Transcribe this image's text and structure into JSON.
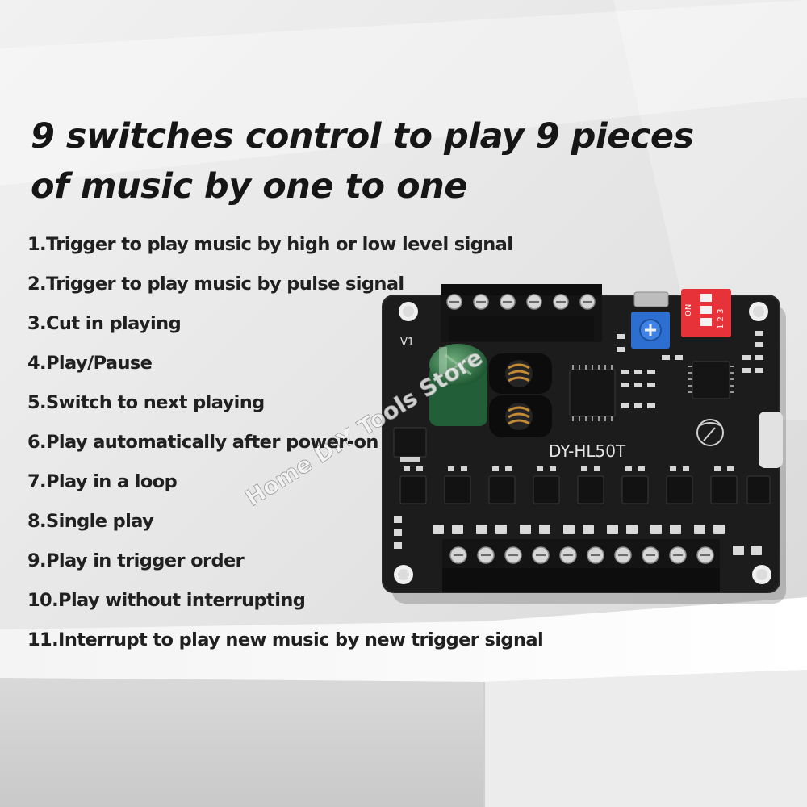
{
  "headline": {
    "line1": "9 switches control to play 9 pieces",
    "line2": "of music by one to one"
  },
  "features": [
    "1.Trigger to play music by high or low level signal",
    "2.Trigger to play music by pulse signal",
    "3.Cut in playing",
    "4.Play/Pause",
    "5.Switch to next playing",
    "6.Play automatically after power-on",
    "7.Play in a loop",
    "8.Single play",
    "9.Play in trigger order",
    "10.Play without interrupting",
    "11.Interrupt to play new music by new trigger signal"
  ],
  "board": {
    "model": "DY-HL50T",
    "version": "V1",
    "dip_on": "ON",
    "dip_numbers": "1 2 3"
  },
  "watermark": "Home DIY Tools Store",
  "colors": {
    "background": "#e6e6e6",
    "pcb": "#1c1c1c",
    "dip_switch": "#e8323a",
    "potentiometer": "#2d6fd0",
    "text": "#202020"
  }
}
